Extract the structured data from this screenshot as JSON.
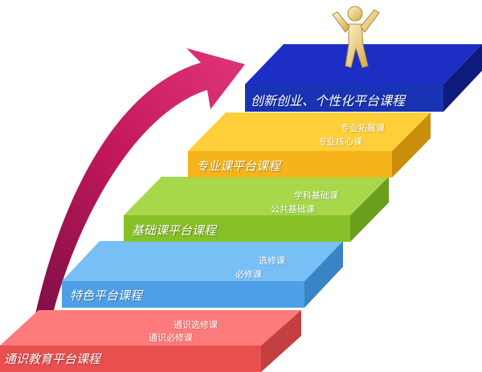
{
  "steps": [
    {
      "main": "通识教育平台课程",
      "subs": [
        "通识选修课",
        "通识必修课"
      ],
      "color": "#f25c5c"
    },
    {
      "main": "特色平台课程",
      "subs": [
        "选修课",
        "必修课"
      ],
      "color": "#5aa9e8"
    },
    {
      "main": "基础课平台课程",
      "subs": [
        "学科基础课",
        "公共基础课"
      ],
      "color": "#8fc92b"
    },
    {
      "main": "专业课平台课程",
      "subs": [
        "专业拓展课",
        "专业核心课"
      ],
      "color": "#f5b915"
    },
    {
      "main": "创新创业、个性化平台课程",
      "subs": [],
      "color": "#1a2fb8"
    }
  ],
  "colors": {
    "arrow": "#c2185b",
    "figure": "#e8c46a"
  }
}
